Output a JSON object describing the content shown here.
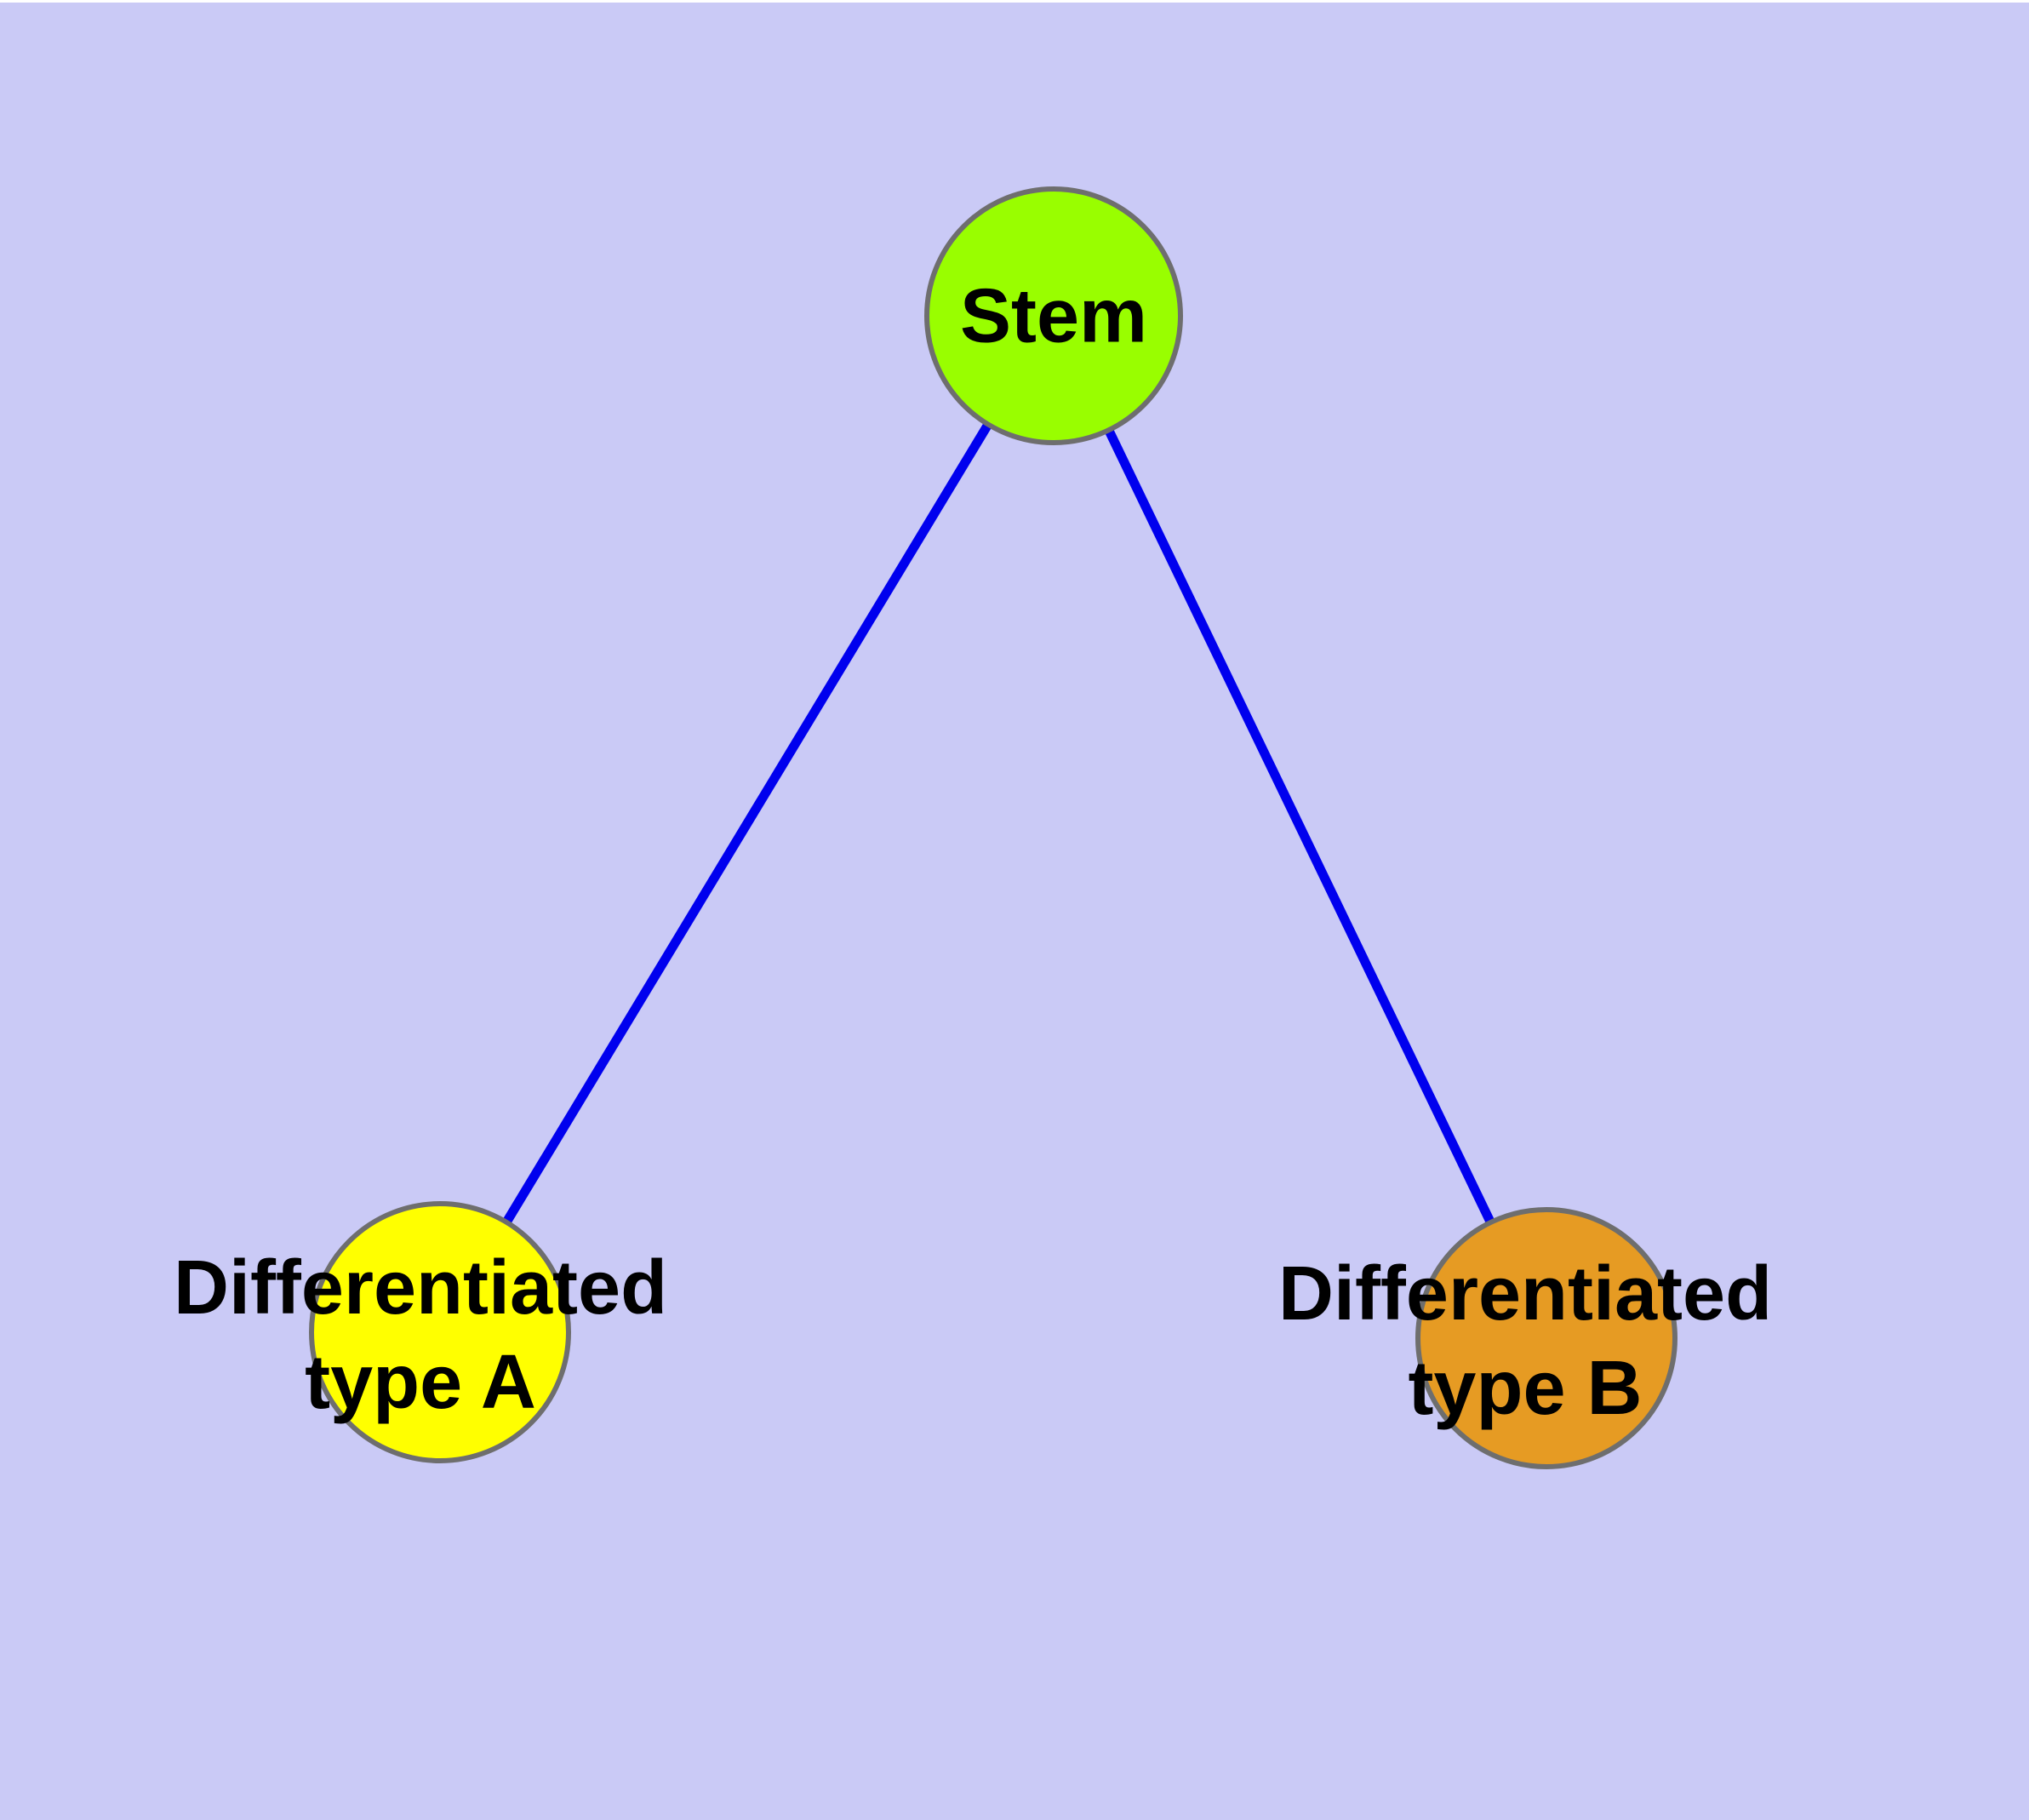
{
  "canvas": {
    "background_color": "#ffffff",
    "panel_color": "#cacaf6"
  },
  "graph": {
    "edge_color": "#0000ee",
    "node_border_color": "#6e6e6e",
    "label_color": "#000000",
    "nodes": [
      {
        "id": "stem",
        "label_lines": [
          "Stem"
        ],
        "color": "#99fe00"
      },
      {
        "id": "type-a",
        "label_lines": [
          "Differentiated",
          "type A"
        ],
        "color": "#ffff00"
      },
      {
        "id": "type-b",
        "label_lines": [
          "Differentiated",
          "type B"
        ],
        "color": "#e69b23"
      }
    ],
    "edges": [
      {
        "from": "stem",
        "to": "type-a"
      },
      {
        "from": "stem",
        "to": "type-b"
      }
    ]
  }
}
